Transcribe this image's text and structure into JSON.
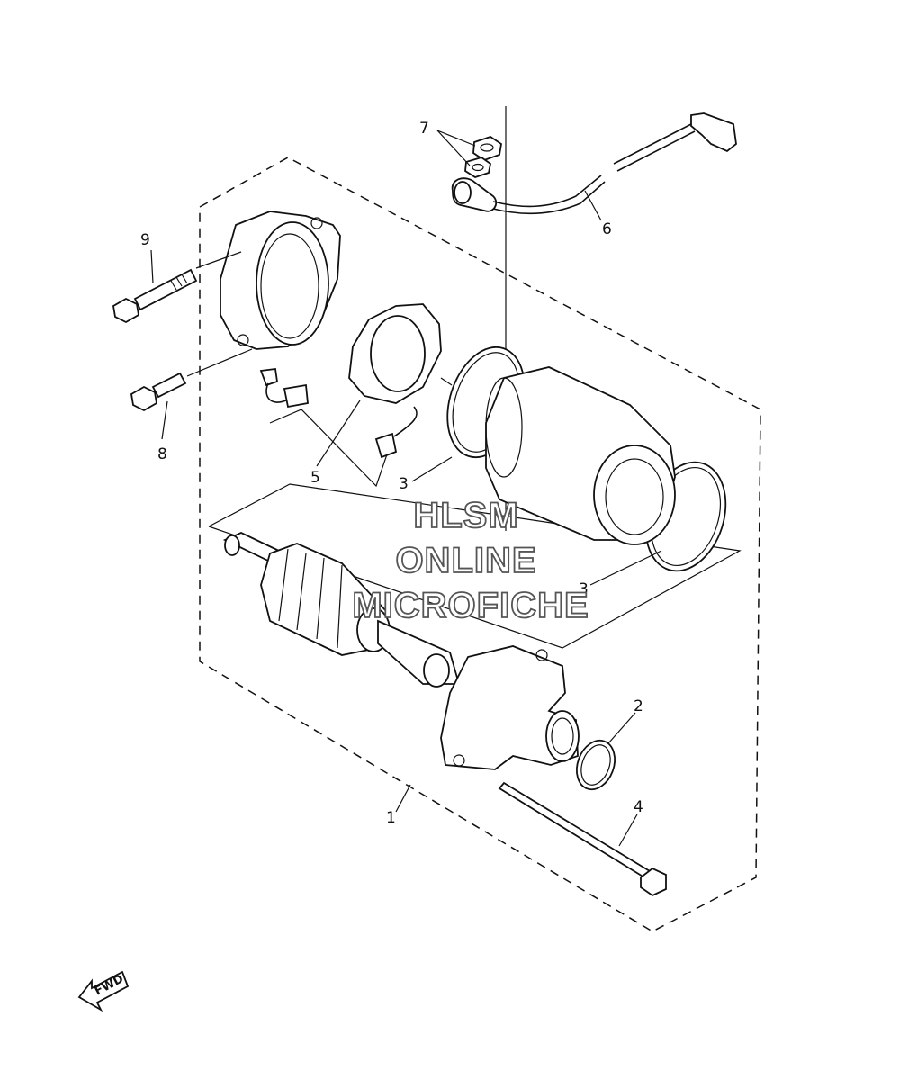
{
  "callouts": {
    "c1": "1",
    "c2": "2",
    "c3a": "3",
    "c3b": "3",
    "c4": "4",
    "c5": "5",
    "c6": "6",
    "c7": "7",
    "c8": "8",
    "c9": "9"
  },
  "watermark": {
    "line1": "HLSM",
    "line2": "ONLINE",
    "line3": "MICROFICHE"
  },
  "direction_arrow": {
    "label": "FWD",
    "icon": "fwd-arrow-icon"
  }
}
